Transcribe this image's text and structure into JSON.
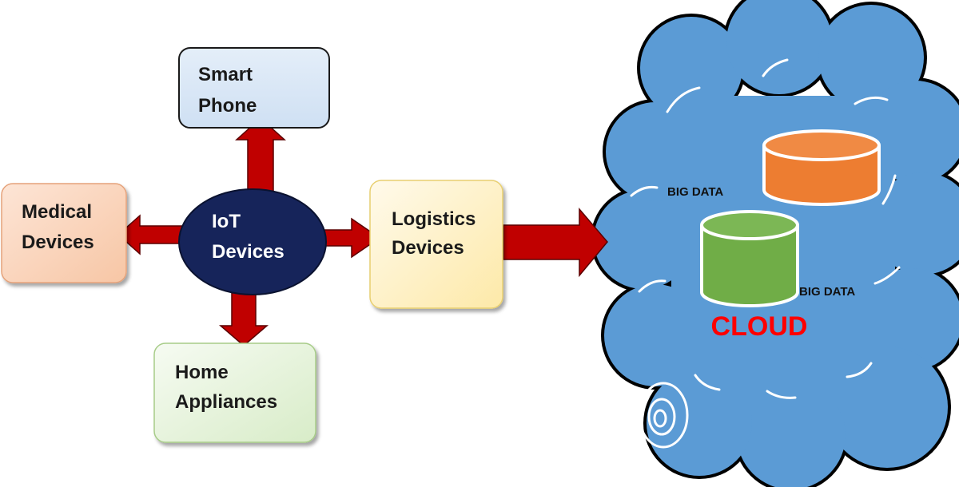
{
  "nodes": {
    "hub": {
      "line1": "IoT",
      "line2": "Devices"
    },
    "smart_phone": {
      "line1": "Smart",
      "line2": "Phone"
    },
    "medical": {
      "line1": "Medical",
      "line2": "Devices"
    },
    "home": {
      "line1": "Home",
      "line2": "Appliances"
    },
    "logistics": {
      "line1": "Logistics",
      "line2": "Devices"
    }
  },
  "cloud": {
    "label": "CLOUD",
    "db1_label": "BIG DATA",
    "db2_label": "BIG DATA"
  },
  "colors": {
    "arrow": "#c00000",
    "hub": "#16245a",
    "cloud": "#5b9bd5",
    "cloud_label": "#ff0000",
    "db_orange": "#ed7d31",
    "db_green": "#70ad47"
  }
}
